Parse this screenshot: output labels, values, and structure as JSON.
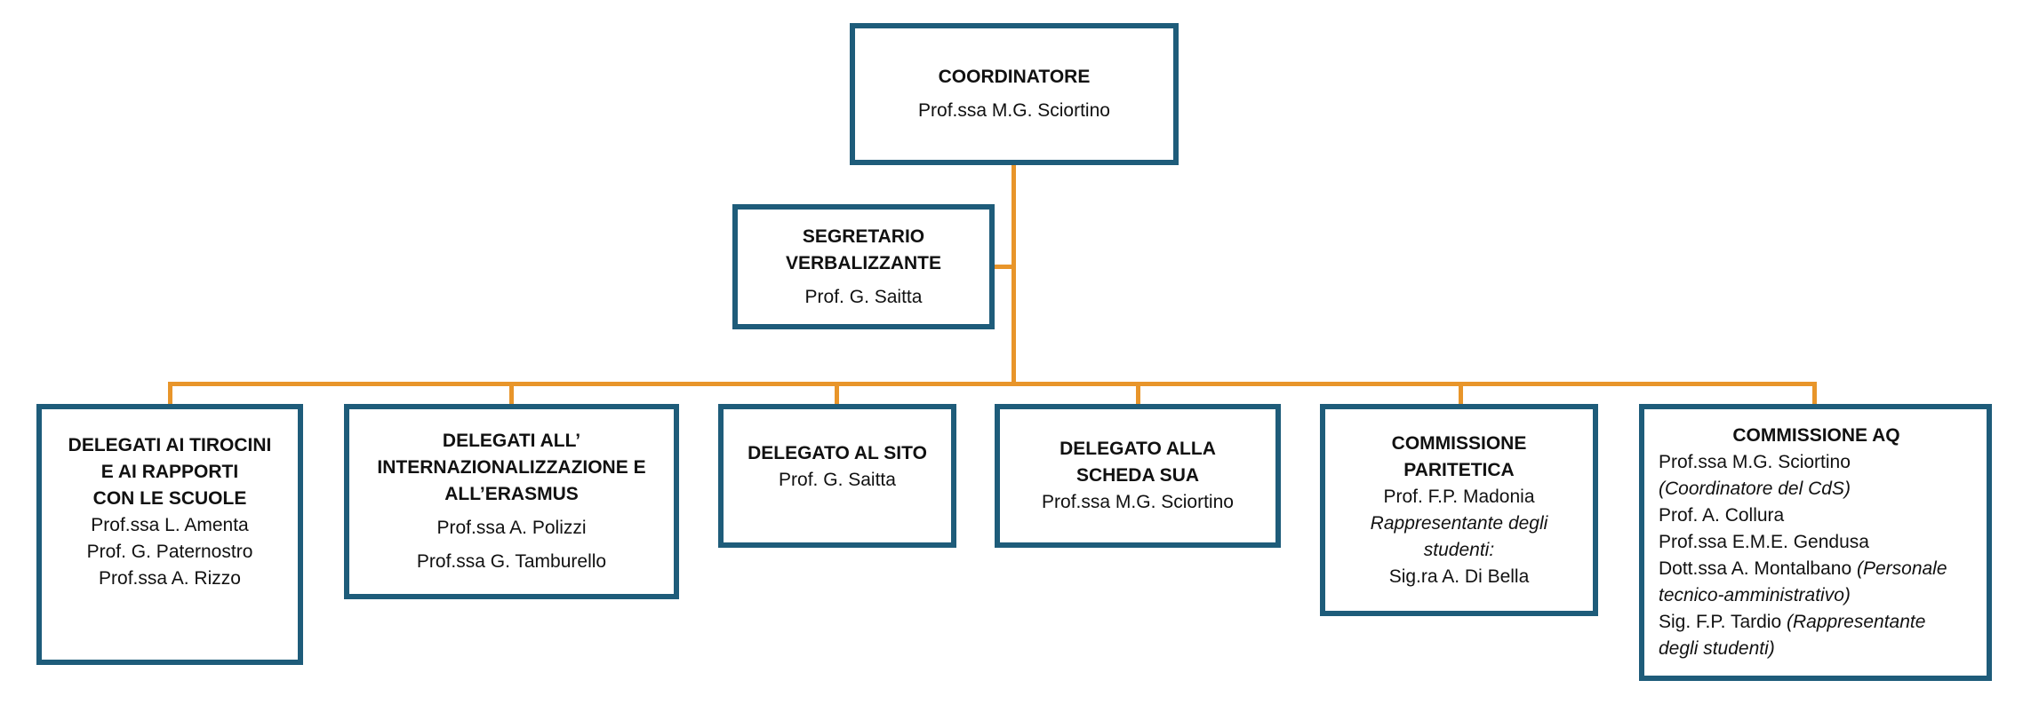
{
  "coordinator": {
    "title": "COORDINATORE",
    "name": "Prof.ssa M.G. Sciortino"
  },
  "secretary": {
    "title_1": "SEGRETARIO",
    "title_2": "VERBALIZZANTE",
    "name": "Prof. G. Saitta"
  },
  "boxes": [
    {
      "title": [
        "DELEGATI AI TIROCINI",
        "E AI RAPPORTI",
        "CON LE SCUOLE"
      ],
      "members": [
        "Prof.ssa L. Amenta",
        "Prof. G. Paternostro",
        "Prof.ssa A. Rizzo"
      ]
    },
    {
      "title": [
        "DELEGATI ALL’",
        "INTERNAZIONALIZZAZIONE E",
        "ALL’ERASMUS"
      ],
      "members": [
        "Prof.ssa A. Polizzi",
        "Prof.ssa G. Tamburello"
      ]
    },
    {
      "title": [
        "DELEGATO AL SITO"
      ],
      "members": [
        "Prof. G. Saitta"
      ]
    },
    {
      "title": [
        "DELEGATO ALLA",
        "SCHEDA SUA"
      ],
      "members": [
        "Prof.ssa M.G. Sciortino"
      ]
    },
    {
      "title": [
        "COMMISSIONE",
        "PARITETICA"
      ],
      "members": [
        "Prof. F.P. Madonia",
        "Rappresentante degli",
        "studenti:",
        "Sig.ra A. Di Bella"
      ]
    },
    {
      "title": [
        "COMMISSIONE AQ"
      ],
      "members": [
        {
          "name": "Prof.ssa M.G. Sciortino",
          "role": ""
        },
        {
          "name": "",
          "role": "(Coordinatore del CdS)"
        },
        {
          "name": "Prof. A. Collura",
          "role": ""
        },
        {
          "name": "Prof.ssa E.M.E. Gendusa",
          "role": ""
        },
        {
          "name": "Dott.ssa A. Montalbano ",
          "role": "(Personale"
        },
        {
          "name": "",
          "role": "tecnico-amministrativo)"
        },
        {
          "name": "Sig. F.P. Tardio ",
          "role": "(Rappresentante"
        },
        {
          "name": "",
          "role": "degli studenti)"
        }
      ]
    }
  ],
  "colors": {
    "border": "#1e5c7a",
    "connector": "#e8952a"
  }
}
